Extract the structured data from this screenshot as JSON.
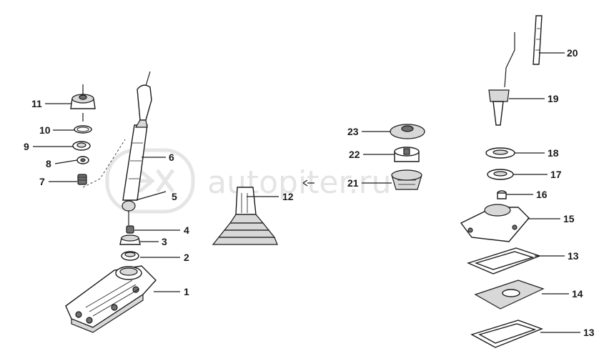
{
  "watermark": "autopiter.ru",
  "callouts": [
    "1",
    "2",
    "3",
    "4",
    "5",
    "6",
    "7",
    "8",
    "9",
    "10",
    "11",
    "12",
    "13",
    "14",
    "13",
    "15",
    "16",
    "17",
    "18",
    "19",
    "20",
    "21",
    "22",
    "23"
  ]
}
